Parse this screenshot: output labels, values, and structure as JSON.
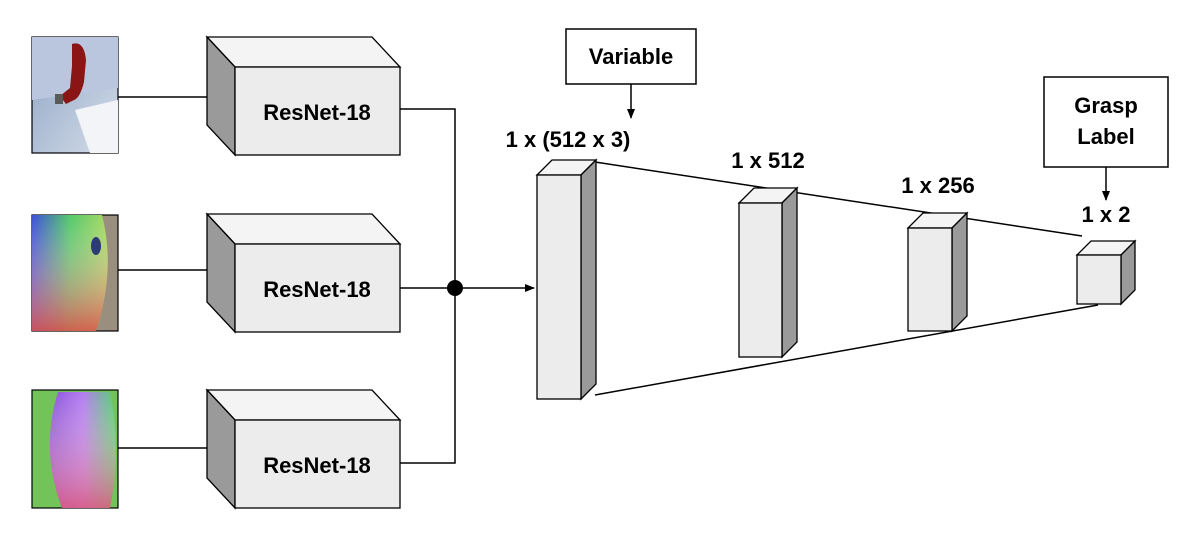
{
  "encoders": [
    {
      "label": "ResNet-18"
    },
    {
      "label": "ResNet-18"
    },
    {
      "label": "ResNet-18"
    }
  ],
  "input_images": [
    {
      "name": "rgb-robot-scene-image"
    },
    {
      "name": "surface-normal-map-image"
    },
    {
      "name": "object-normal-map-image"
    }
  ],
  "layers": [
    {
      "label": "1 x (512 x 3)"
    },
    {
      "label": "1 x 512"
    },
    {
      "label": "1 x 256"
    },
    {
      "label": "1 x 2"
    }
  ],
  "annotations": {
    "variable": "Variable",
    "grasp_label_line1": "Grasp",
    "grasp_label_line2": "Label"
  },
  "colors": {
    "block_front": "#ececec",
    "block_side": "#9a9a9a",
    "robot": "#8b1414"
  }
}
